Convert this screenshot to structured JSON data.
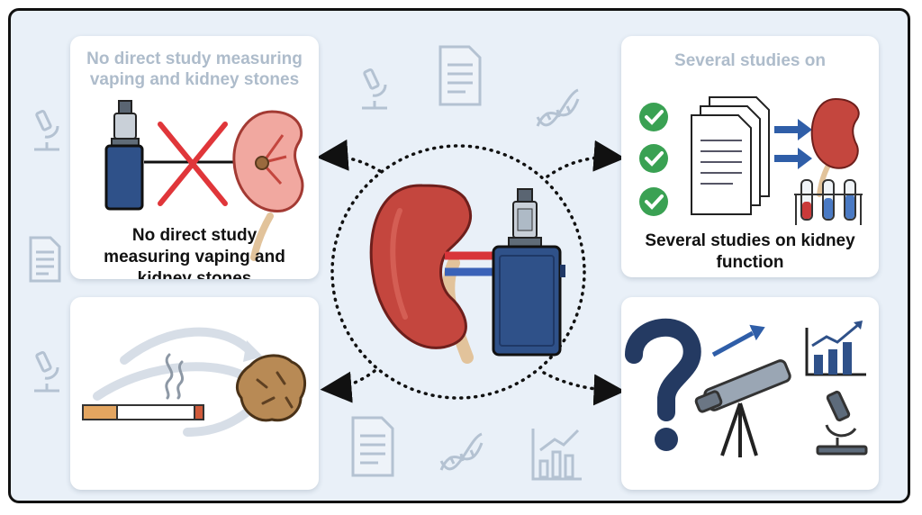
{
  "cards": {
    "top_left": {
      "faded_title": "No direct study measuring vaping and kidney stones",
      "caption": "No direct study measuring vaping and kidney stones"
    },
    "top_right": {
      "faded_title": "Several studies on",
      "caption": "Several studies on kidney function"
    }
  },
  "colors": {
    "frame_background": "#e9f0f8",
    "kidney": "#c4463e",
    "vape_body": "#2f5189",
    "cross": "#e0363a",
    "check": "#3aa153",
    "arrow": "#2f5ea8",
    "connector": "#111111"
  },
  "icons": [
    "kidney-icon",
    "vape-device-icon",
    "red-cross-icon",
    "check-icon",
    "document-stack-icon",
    "test-tube-rack-icon",
    "cigarette-icon",
    "smoke-icon",
    "kidney-stone-icon",
    "question-mark-icon",
    "telescope-icon",
    "bar-chart-icon",
    "microscope-icon",
    "dna-icon"
  ]
}
